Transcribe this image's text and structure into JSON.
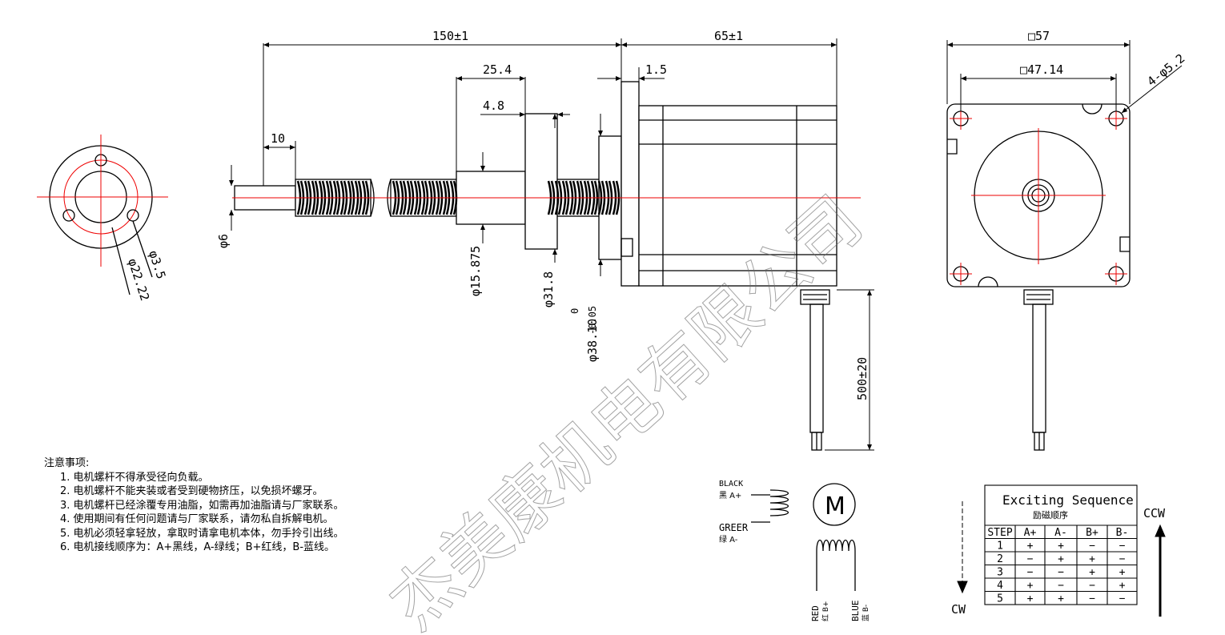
{
  "dimensions": {
    "total_length": "150±1",
    "motor_length": "65±1",
    "nut_length": "25.4",
    "flange_thick": "4.8",
    "pilot_depth": "1.5",
    "screw_end": "10",
    "screw_dia": "φ6",
    "nut_dia": "φ15.875",
    "flange_dia": "φ31.8",
    "pilot_dia": "φ38.10",
    "pilot_tol_upper": "0",
    "pilot_tol_lower": "-0.05",
    "lead_length": "500±20",
    "frame_size": "□57",
    "hole_spacing": "□47.14",
    "holes": "4-φ5.2",
    "flange_pcd": "φ22.22",
    "flange_hole": "φ3.5"
  },
  "watermark": "杰美康机电有限公司",
  "notes": {
    "title": "注意事项:",
    "items": [
      "1. 电机螺杆不得承受径向负载。",
      "2. 电机螺杆不能夹装或者受到硬物挤压，以免损坏螺牙。",
      "3. 电机螺杆已经涂覆专用油脂，如需再加油脂请与厂家联系。",
      "4. 使用期间有任何问题请与厂家联系，请勿私自拆解电机。",
      "5. 电机必须轻拿轻放，拿取时请拿电机本体，勿手拎引出线。",
      "6.  电机接线顺序为：A+黑线，A-绿线；B+红线，B-蓝线。"
    ]
  },
  "wiring": {
    "black": "BLACK",
    "black_cn": "黑 A+",
    "green": "GREER",
    "green_cn": "绿 A-",
    "red": "RED",
    "red_cn": "红 B+",
    "blue": "BLUE",
    "blue_cn": "蓝 B-",
    "motor_symbol": "M"
  },
  "sequence": {
    "title": "Exciting Sequence",
    "subtitle": "励磁顺序",
    "headers": [
      "STEP",
      "A+",
      "A-",
      "B+",
      "B-"
    ],
    "rows": [
      [
        "1",
        "+",
        "+",
        "−",
        "−"
      ],
      [
        "2",
        "−",
        "+",
        "+",
        "−"
      ],
      [
        "3",
        "−",
        "−",
        "+",
        "+"
      ],
      [
        "4",
        "+",
        "−",
        "−",
        "+"
      ],
      [
        "5",
        "+",
        "+",
        "−",
        "−"
      ]
    ],
    "cw": "CW",
    "ccw": "CCW"
  }
}
